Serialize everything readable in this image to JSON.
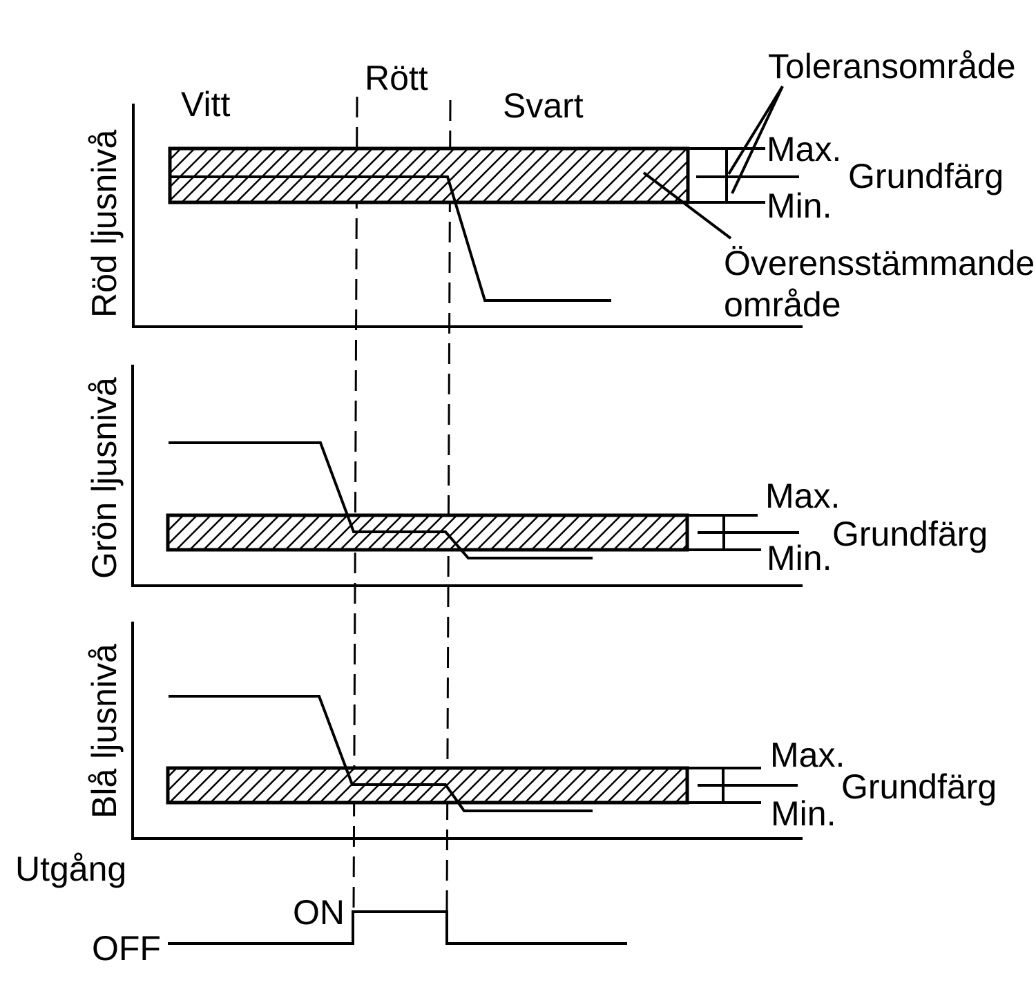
{
  "zones": {
    "white": "Vitt",
    "red": "Rött",
    "black": "Svart"
  },
  "axes": {
    "red": "Röd ljusnivå",
    "green": "Grön ljusnivå",
    "blue": "Blå ljusnivå"
  },
  "labels": {
    "tolerance": "Toleransområde",
    "match_area_1": "Överensstämmande",
    "match_area_2": "område",
    "max": "Max.",
    "min": "Min.",
    "base_color": "Grundfärg"
  },
  "output": {
    "title": "Utgång",
    "on": "ON",
    "off": "OFF"
  },
  "colors": {
    "ink": "#000000",
    "background": "#ffffff"
  }
}
